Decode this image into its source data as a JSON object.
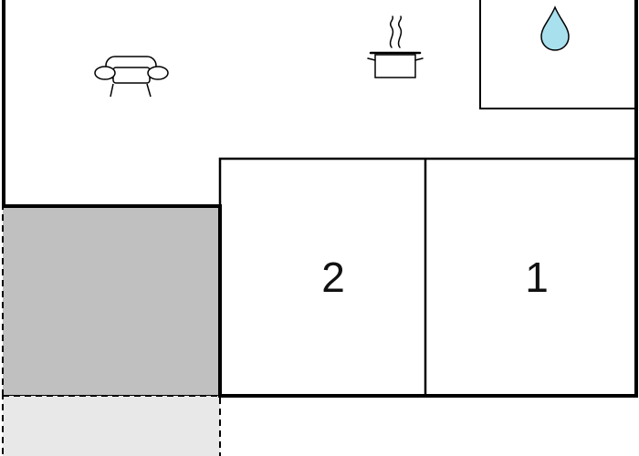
{
  "diagram": {
    "type": "floor-plan",
    "rooms": [
      {
        "id": "living-kitchen",
        "icons": [
          "sofa-icon",
          "cooking-pot-icon"
        ]
      },
      {
        "id": "bathroom",
        "icons": [
          "water-drop-icon"
        ]
      },
      {
        "id": "bedroom-2",
        "label": "2"
      },
      {
        "id": "bedroom-1",
        "label": "1"
      },
      {
        "id": "covered-terrace",
        "fill": "#c0c0c0"
      },
      {
        "id": "open-terrace",
        "fill": "#e8e8e8"
      }
    ],
    "colors": {
      "wall": "#000000",
      "covered_terrace": "#c0c0c0",
      "open_terrace": "#e8e8e8",
      "water_drop": "#a8e0ee"
    }
  }
}
